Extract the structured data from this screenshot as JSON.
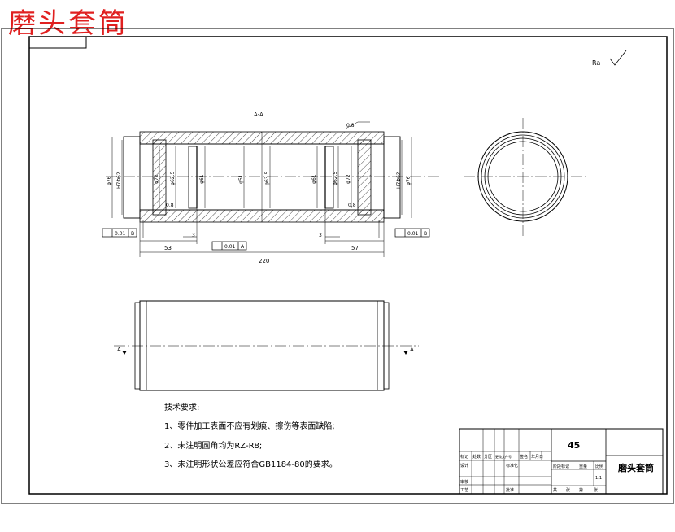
{
  "overlay_title": "磨头套筒",
  "roughness_top_right": "Ra",
  "section_label": "A-A",
  "dims": {
    "overall_length": "220",
    "left_len": "53",
    "right_len": "57",
    "small_gap": "3",
    "d_left_outer": "φ76",
    "d_left_h": "H7Φ62",
    "d_left_mid": "φ72",
    "d_left_step": "φ62.5",
    "d_left_bore": "φ61",
    "d_center": "φ51",
    "d_center2": "φ63.5",
    "d_right_bore": "φ61",
    "d_right_step": "φ62.5",
    "d_right_mid": "φ72",
    "d_right_h": "H7Φ62",
    "d_right_outer": "φ76",
    "chamfer": "0.8"
  },
  "tolerance_frames": {
    "left": [
      "0.01",
      "B"
    ],
    "center": [
      "0.01",
      "A"
    ],
    "right": [
      "0.01",
      "B"
    ]
  },
  "side_view_cut": "A",
  "notes": {
    "title": "技术要求:",
    "items": [
      "1、零件加工表面不应有划痕、擦伤等表面缺陷;",
      "2、未注明圆角均为RZ-R8;",
      "3、未注明形状公差应符合GB1184-80的要求。"
    ]
  },
  "title_block": {
    "material": "45",
    "part_name": "磨头套筒",
    "header_cells": [
      "标记",
      "处数",
      "分区",
      "更改文件号",
      "签名",
      "年月日"
    ],
    "row_labels": [
      "设计",
      "审核",
      "工艺"
    ],
    "mid_labels": [
      "标准化",
      "批准"
    ],
    "stage_labels": [
      "阶段标记",
      "重量",
      "比例"
    ],
    "scale": "1:1",
    "sheet_labels": [
      "共",
      "张",
      "第",
      "张"
    ]
  }
}
